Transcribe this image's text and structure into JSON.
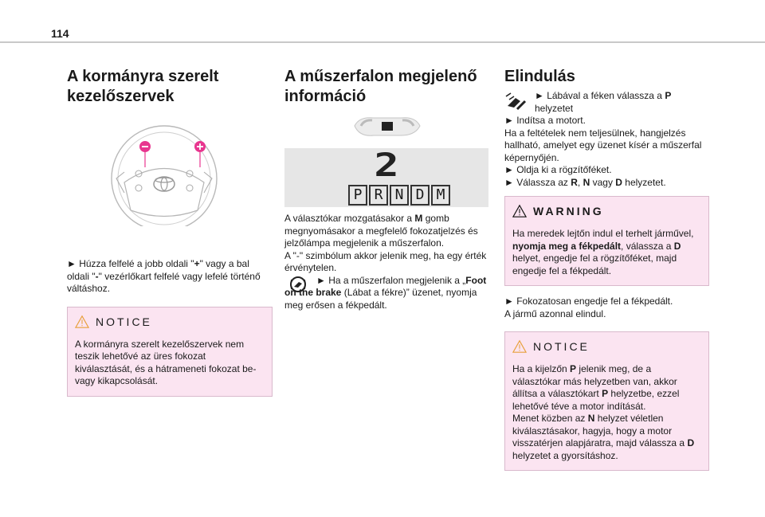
{
  "page": {
    "number": "114"
  },
  "col1": {
    "heading_l1": "A kormányra szerelt",
    "heading_l2": "kezelőszervek",
    "para_pre": "► Húzza felfelé a jobb oldali \"",
    "plus": "+",
    "para_mid": "\" vagy a bal oldali \"",
    "minus": "-",
    "para_post": "\" vezérlőkart felfelé vagy lefelé történő váltáshoz.",
    "notice_title": "NOTICE",
    "notice_text": "A kormányra szerelt kezelőszervek nem teszik lehetővé az üres fokozat kiválasztását, és a hátrameneti fokozat be- vagy kikapcsolását."
  },
  "col2": {
    "heading_l1": "A műszerfalon megjelenő",
    "heading_l2": "információ",
    "display_gear": "2",
    "display_letters": [
      "P",
      "R",
      "N",
      "D",
      "M"
    ],
    "p1_pre": "A választókar mozgatásakor a ",
    "p1_m": "M",
    "p1_post": " gomb megnyomásakor a megfelelő fokozatjelzés és jelzőlámpa megjelenik a műszerfalon.",
    "p2": "A \"-\" szimbólum akkor jelenik meg, ha egy érték érvénytelen.",
    "p3_pre": "► Ha a műszerfalon megjelenik a „",
    "p3_bold": "Foot on the brake",
    "p3_post": " (Lábat a fékre)” üzenet, nyomja meg erősen a fékpedált."
  },
  "col3": {
    "heading": "Elindulás",
    "s1_pre": "► Lábával a féken válassza a ",
    "s1_p": "P",
    "s1_post": " helyzetet",
    "s2": "► Indítsa a motort.",
    "s3": "Ha a feltételek nem teljesülnek, hangjelzés hallható, amelyet egy üzenet kísér a műszerfal képernyőjén.",
    "s4": "► Oldja ki a rögzítőféket.",
    "s5_pre": "► Válassza az ",
    "s5_r": "R",
    "s5_c": ", ",
    "s5_n": "N",
    "s5_mid": " vagy ",
    "s5_d": "D",
    "s5_post": " helyzetet.",
    "warning_title": "WARNING",
    "w_pre": "Ha meredek lejtőn indul el terhelt járművel, ",
    "w_bold1": "nyomja meg a fékpedált",
    "w_mid": ", válassza a ",
    "w_bold2": "D",
    "w_post": " helyet, engedje fel a rögzítőféket, majd engedje fel a fékpedált.",
    "a1": "► Fokozatosan engedje fel a fékpedált.",
    "a2": "A jármű azonnal elindul.",
    "notice_title": "NOTICE",
    "n1_pre": "Ha a kijelzőn ",
    "n1_p": "P",
    "n1_mid": " jelenik meg, de a választókar más helyzetben van, akkor állítsa a választókart ",
    "n1_p2": "P",
    "n1_post": " helyzetbe, ezzel lehetővé téve a motor indítását.",
    "n2_pre": "Menet közben az ",
    "n2_n": "N",
    "n2_mid": " helyzet véletlen kiválasztásakor, hagyja, hogy a motor visszatérjen alapjáratra, majd válassza a ",
    "n2_d": "D",
    "n2_post": " helyzetet a gyorsításhoz."
  },
  "colors": {
    "accent": "#e8368f",
    "box_bg": "#fbe4f1",
    "rule": "#c9c9c9"
  },
  "icons": [
    "warning-triangle-icon",
    "steering-wheel-illustration",
    "foot-on-brake-icon",
    "start-pedal-icon"
  ]
}
